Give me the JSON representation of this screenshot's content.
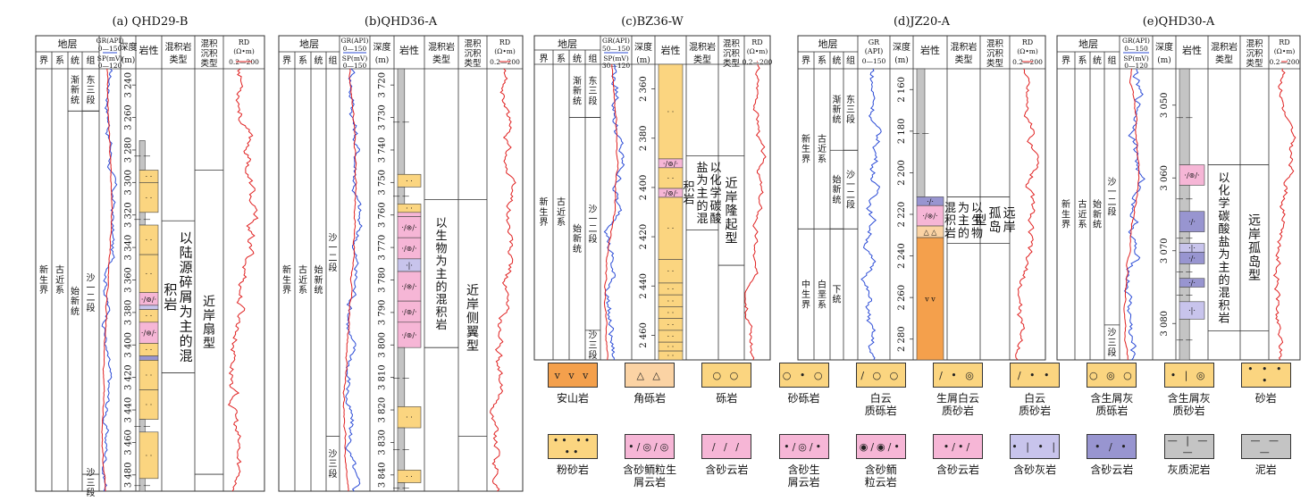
{
  "header": {
    "stratum": "地层",
    "jie": "界",
    "xi": "系",
    "tong": "统",
    "zu": "组",
    "depth": "深度",
    "depth_unit": "(m)",
    "lithology": "岩性",
    "rock_type": "混积岩类型",
    "dep_type": "混积沉积类型",
    "rd": "RD",
    "rd_unit": "(Ω•m)"
  },
  "wells": [
    {
      "title": "(a) QHD29-B",
      "gr_label": "GR(API)",
      "gr_range": "0—150",
      "sp_label": "SP(mV)",
      "sp_range": "0—120",
      "rd_range": "0.2—200",
      "depth_ticks": [
        "3 240",
        "3 260",
        "3 280",
        "3 300",
        "3 320",
        "3 340",
        "3 360",
        "3 380",
        "3 400",
        "3 420",
        "3 440",
        "3 460",
        "3 480"
      ],
      "jie": "新生界",
      "xi": "古近系",
      "tong": [
        {
          "text": "渐新统",
          "top": 0,
          "bot": 0.1
        },
        {
          "text": "始新统",
          "top": 0.1,
          "bot": 1
        }
      ],
      "zu": [
        {
          "text": "东三段",
          "top": 0,
          "bot": 0.1
        },
        {
          "text": "沙一二段",
          "top": 0.1,
          "bot": 0.96
        },
        {
          "text": "沙三段",
          "top": 0.96,
          "bot": 1
        }
      ],
      "rock_type": [
        {
          "text": "以陆源碎屑为主的混积岩",
          "top": 0.36,
          "bot": 0.72
        }
      ],
      "dep_type": [
        {
          "text": "近岸扇型",
          "top": 0.24,
          "bot": 0.96
        }
      ]
    },
    {
      "title": "(b)QHD36-A",
      "gr_label": "GR(API)",
      "gr_range": "0—150",
      "sp_label": "SP(mV)",
      "sp_range": "0—150",
      "rd_range": "0.2—200",
      "depth_ticks": [
        "3 720",
        "3 730",
        "3 740",
        "3 750",
        "3 760",
        "3 770",
        "3 780",
        "3 790",
        "3 800",
        "3 810",
        "3 820",
        "3 830",
        "3 840"
      ],
      "jie": "新生界",
      "xi": "古近系",
      "tong": [
        {
          "text": "始新统",
          "top": 0,
          "bot": 1
        }
      ],
      "zu": [
        {
          "text": "沙一二段",
          "top": 0,
          "bot": 0.87
        },
        {
          "text": "沙三段",
          "top": 0.87,
          "bot": 1
        }
      ],
      "rock_type": [
        {
          "text": "以生物为主的混积岩",
          "top": 0.31,
          "bot": 0.66
        }
      ],
      "dep_type": [
        {
          "text": "近岸侧翼型",
          "top": 0.31,
          "bot": 0.87
        }
      ]
    },
    {
      "title": "(c)BZ36-W",
      "gr_label": "GR(API)",
      "gr_range": "50—150",
      "sp_label": "SP(mV)",
      "sp_range": "30—120",
      "rd_range": "0.2—200",
      "depth_ticks": [
        "2 360",
        "2 380",
        "2 400",
        "2 420",
        "2 440",
        "2 460"
      ],
      "jie": "新生界",
      "xi": "古近系",
      "tong": [
        {
          "text": "渐新统",
          "top": 0,
          "bot": 0.18
        },
        {
          "text": "始新统",
          "top": 0.18,
          "bot": 1
        }
      ],
      "zu": [
        {
          "text": "东三段",
          "top": 0,
          "bot": 0.18
        },
        {
          "text": "沙一二段",
          "top": 0.18,
          "bot": 0.9
        },
        {
          "text": "沙三段",
          "top": 0.9,
          "bot": 1
        }
      ],
      "rock_type": [
        {
          "text": "以化学碳酸盐为主的混积岩",
          "top": 0.31,
          "bot": 0.56
        }
      ],
      "dep_type": [
        {
          "text": "近岸隆起型",
          "top": 0.31,
          "bot": 0.68
        }
      ]
    },
    {
      "title": "(d)JZ20-A",
      "gr_label": "GR",
      "gr_unit": "(API)",
      "gr_range": "0—150",
      "rd_range": "0.2—200",
      "depth_ticks": [
        "2 160",
        "2 180",
        "2 200",
        "2 220",
        "2 240",
        "2 260",
        "2 280"
      ],
      "jie_rows": [
        {
          "text": "新生界",
          "top": 0,
          "bot": 0.55
        },
        {
          "text": "中生界",
          "top": 0.55,
          "bot": 1
        }
      ],
      "xi_rows": [
        {
          "text": "古近系",
          "top": 0,
          "bot": 0.55
        },
        {
          "text": "白垩系",
          "top": 0.55,
          "bot": 1
        }
      ],
      "tong": [
        {
          "text": "渐新统",
          "top": 0,
          "bot": 0.28
        },
        {
          "text": "始新统",
          "top": 0.28,
          "bot": 0.55
        },
        {
          "text": "下统",
          "top": 0.55,
          "bot": 1
        }
      ],
      "zu": [
        {
          "text": "东三段",
          "top": 0,
          "bot": 0.28
        },
        {
          "text": "沙一二段",
          "top": 0.28,
          "bot": 0.55
        }
      ],
      "rock_type": [
        {
          "text": "以生物为主的混积岩",
          "top": 0.44,
          "bot": 0.6
        }
      ],
      "dep_type": [
        {
          "text": "远岸孤岛型",
          "top": 0.44,
          "bot": 0.6
        }
      ]
    },
    {
      "title": "(e)QHD30-A",
      "gr_label": "GR(API)",
      "gr_range": "0—150",
      "sp_label": "SP(mV)",
      "sp_range": "0—120",
      "rd_range": "0.2—200",
      "depth_ticks": [
        "3 050",
        "3 060",
        "3 070",
        "3 080"
      ],
      "jie": "新生界",
      "xi": "古近系",
      "tong": [
        {
          "text": "始新统",
          "top": 0,
          "bot": 1
        }
      ],
      "zu": [
        {
          "text": "沙一二段",
          "top": 0,
          "bot": 0.88
        },
        {
          "text": "沙三段",
          "top": 0.88,
          "bot": 1
        }
      ],
      "rock_type": [
        {
          "text": "以化学碳酸盐为主的混积岩",
          "top": 0.33,
          "bot": 0.9
        }
      ],
      "dep_type": [
        {
          "text": "远岸孤岛型",
          "top": 0.33,
          "bot": 0.9
        }
      ]
    }
  ],
  "legend": [
    {
      "label": "安山岩",
      "symbol": "v v v",
      "color": "#f4a04c"
    },
    {
      "label": "角砾岩",
      "symbol": "△ △",
      "color": "#fbd3a4"
    },
    {
      "label": "砾岩",
      "symbol": "○ ○",
      "color": "#fbd580"
    },
    {
      "label": "砂砾岩",
      "symbol": "○ • ○",
      "color": "#fbd580"
    },
    {
      "label": "白云质砾岩",
      "symbol": "/ ○ ○",
      "color": "#fbd580"
    },
    {
      "label": "生屑白云质砂岩",
      "symbol": "/ • ◎",
      "color": "#fbd580"
    },
    {
      "label": "白云质砂岩",
      "symbol": "/ • •",
      "color": "#fbd580"
    },
    {
      "label": "含生屑灰质砾岩",
      "symbol": "○ ◎ ○",
      "color": "#fbd580"
    },
    {
      "label": "含生屑灰质砂岩",
      "symbol": "• | ◎",
      "color": "#fbd580"
    },
    {
      "label": "砂岩",
      "symbol": "• • • •",
      "color": "#fbd580"
    },
    {
      "label": "粉砂岩",
      "symbol": "•• •• ••",
      "color": "#fbd580"
    },
    {
      "label": "含砂鲕粒生屑云岩",
      "symbol": "•/◎/◎",
      "color": "#f6b6d6"
    },
    {
      "label": "含砂云岩",
      "symbol": "/ / /",
      "color": "#f6b6d6"
    },
    {
      "label": "含砂生屑云岩",
      "symbol": "•/◎/•",
      "color": "#f6b6d6"
    },
    {
      "label": "含砂鲕粒云岩",
      "symbol": "◉/◉/•",
      "color": "#f6b6d6"
    },
    {
      "label": "含砂云岩",
      "symbol": "•/•/",
      "color": "#f6b6d6"
    },
    {
      "label": "含砂灰岩",
      "symbol": "• | • |",
      "color": "#c8c4ec"
    },
    {
      "label": "含砂云岩",
      "symbol": "• / •",
      "color": "#9895d0"
    },
    {
      "label": "灰质泥岩",
      "symbol": "— | — —",
      "color": "#c4c4c4"
    },
    {
      "label": "泥岩",
      "symbol": "— — —",
      "color": "#c4c4c4"
    }
  ]
}
